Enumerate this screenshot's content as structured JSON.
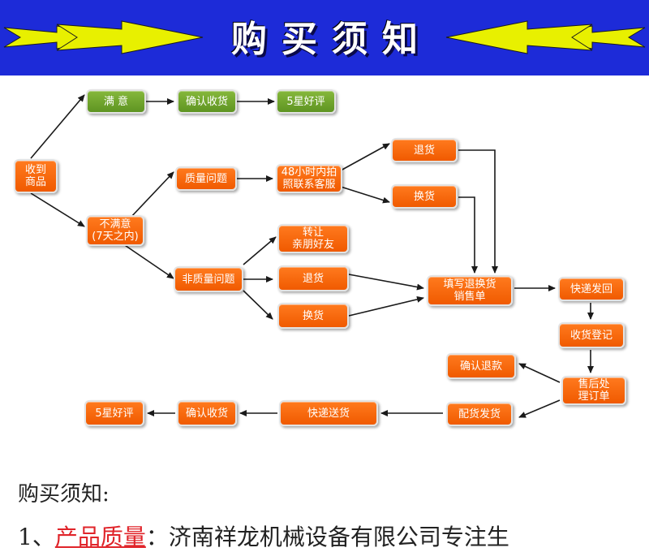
{
  "banner": {
    "title": "购买须知",
    "color": "#1d2bd8",
    "arrow_color": "#e8f000"
  },
  "flow": {
    "receive": [
      "收到",
      "商品"
    ],
    "satisfied": "满 意",
    "confirm_receipt_top": "确认收货",
    "five_star_top": "5星好评",
    "not_satisfied": [
      "不满意",
      "(7天之内)"
    ],
    "quality_issue": "质量问题",
    "photo_contact": [
      "48小时内拍",
      "照联系客服"
    ],
    "return_top": "退货",
    "exchange_top": "换货",
    "transfer": [
      "转让",
      "亲朋好友"
    ],
    "non_quality_issue": "非质量问题",
    "return_mid": "退货",
    "exchange_mid": "换货",
    "fill_form": [
      "填写退换货",
      "销售单"
    ],
    "express_return": "快递发回",
    "receipt_register": "收货登记",
    "confirm_refund": "确认退款",
    "after_sales": [
      "售后处",
      "理订单"
    ],
    "ship_goods": "配货发货",
    "express_send": "快递送货",
    "confirm_receipt_bottom": "确认收货",
    "five_star_bottom": "5星好评"
  },
  "notice": {
    "heading": "购买须知:",
    "item_number": "1、",
    "item_highlight": "产品质量",
    "item_text": "：济南祥龙机械设备有限公司专注生"
  }
}
